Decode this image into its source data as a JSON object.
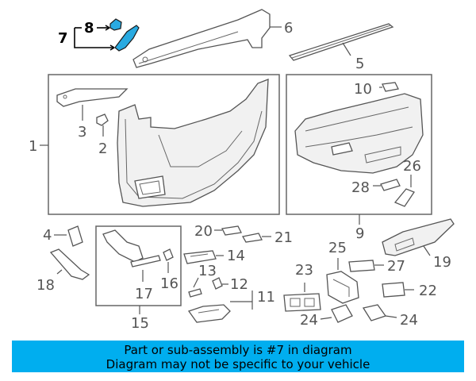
{
  "callouts": {
    "c1": "1",
    "c2": "2",
    "c3": "3",
    "c4": "4",
    "c5": "5",
    "c6": "6",
    "c7": "7",
    "c8": "8",
    "c9": "9",
    "c10": "10",
    "c11": "11",
    "c12": "12",
    "c13": "13",
    "c14": "14",
    "c15": "15",
    "c16": "16",
    "c17": "17",
    "c18": "18",
    "c19": "19",
    "c20": "20",
    "c21": "21",
    "c22": "22",
    "c23": "23",
    "c24a": "24",
    "c24b": "24",
    "c25": "25",
    "c26": "26",
    "c27": "27",
    "c28": "28"
  },
  "highlight": {
    "callout": "7",
    "color": "#29aae1"
  },
  "banner": {
    "line1": "Part or sub-assembly is #7 in diagram",
    "line2": "Diagram may not be specific to your vehicle",
    "background": "#00aeef"
  }
}
